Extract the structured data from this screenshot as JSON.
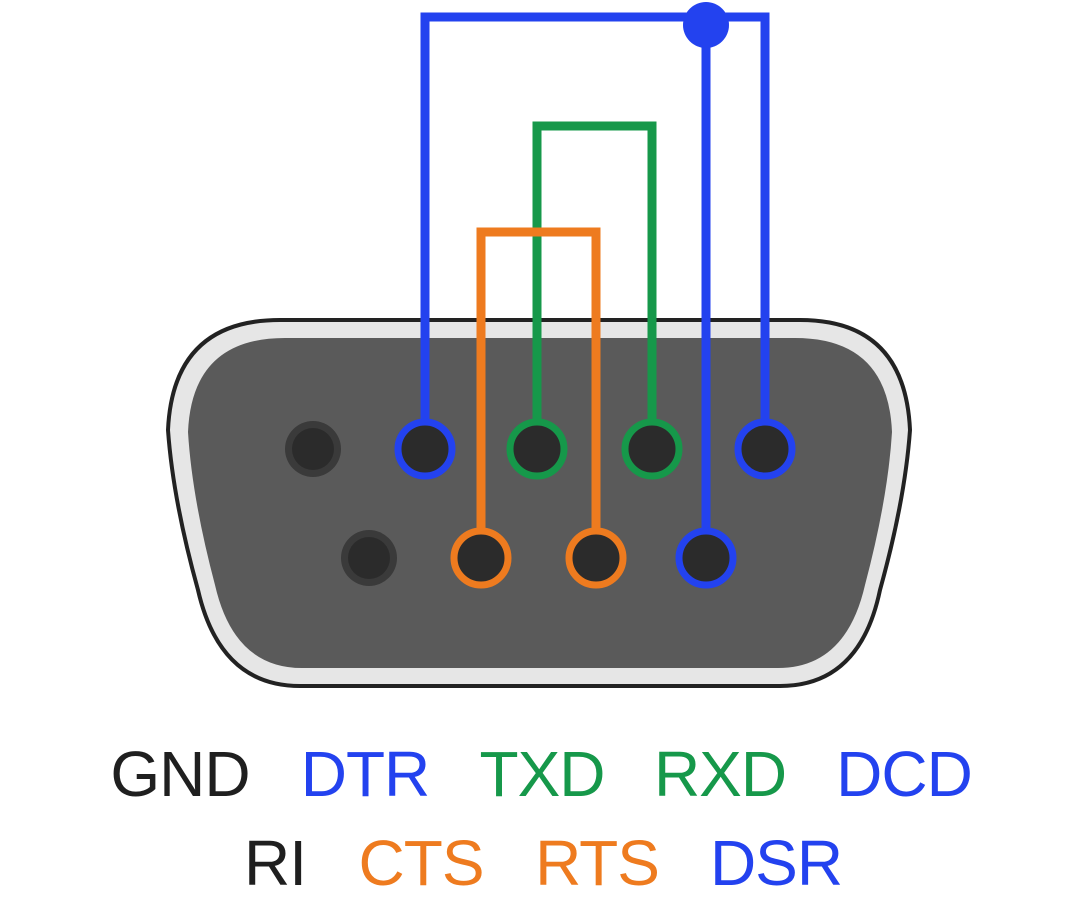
{
  "colors": {
    "shell_outline": "#222222",
    "shell_rim": "#e6e6e6",
    "shell_face": "#5a5a5a",
    "pin_hole": "#2b2b2b",
    "blue": "#2342ef",
    "green": "#16984a",
    "orange": "#ee7b1f",
    "gnd_text": "#1f1f1f",
    "ri_text": "#1f1f1f"
  },
  "labels": {
    "row1": [
      {
        "text": "GND",
        "color": "#1f1f1f"
      },
      {
        "text": "DTR",
        "color": "#2342ef"
      },
      {
        "text": "TXD",
        "color": "#16984a"
      },
      {
        "text": "RXD",
        "color": "#16984a"
      },
      {
        "text": "DCD",
        "color": "#2342ef"
      }
    ],
    "row2": [
      {
        "text": "RI",
        "color": "#1f1f1f"
      },
      {
        "text": "CTS",
        "color": "#ee7b1f"
      },
      {
        "text": "RTS",
        "color": "#ee7b1f"
      },
      {
        "text": "DSR",
        "color": "#2342ef"
      }
    ]
  },
  "pins": {
    "row1": [
      "GND",
      "DTR",
      "TXD",
      "RXD",
      "DCD"
    ],
    "row2": [
      "RI",
      "CTS",
      "RTS",
      "DSR"
    ]
  },
  "connections": [
    {
      "from": "TXD",
      "to": "RXD",
      "color": "green"
    },
    {
      "from": "CTS",
      "to": "RTS",
      "color": "orange"
    },
    {
      "from": "DTR",
      "to": "DCD",
      "color": "blue"
    },
    {
      "from": "DTR",
      "to": "DSR",
      "color": "blue",
      "junction": true
    }
  ]
}
